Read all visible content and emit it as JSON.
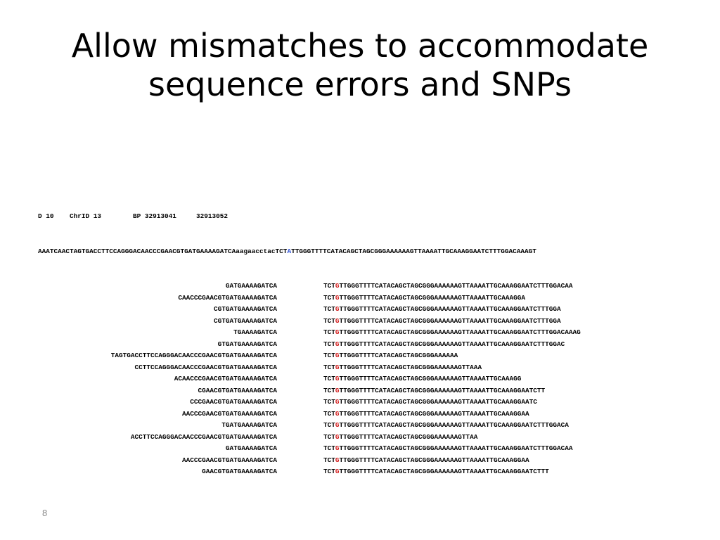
{
  "slide": {
    "title_line1": "Allow mismatches to accommodate",
    "title_line2": "sequence errors and SNPs",
    "page_number": "8"
  },
  "alignment": {
    "header": "D 10    ChrID 13        BP 32913041     32913052",
    "reference": {
      "prefix": "AAATCAACTAGTGACCTTCCAGGGACAACCCGAACGTGATGAAAAGATCAaagaacctacTCT",
      "snp": "A",
      "suffix": "TTGGGTTTTCATACAGCTAGCGGGAAAAAAGTTAAAATTGCAAAGGAATCTTTGGACAAAGT"
    },
    "reads": [
      {
        "left": "GATGAAAAGATCA",
        "prefix": "TCT",
        "snp": "G",
        "suffix": "TTGGGTTTTCATACAGCTAGCGGGAAAAAAGTTAAAATTGCAAAGGAATCTTTGGACAA"
      },
      {
        "left": "CAACCCGAACGTGATGAAAAGATCA",
        "prefix": "TCT",
        "snp": "G",
        "suffix": "TTGGGTTTTCATACAGCTAGCGGGAAAAAAGTTAAAATTGCAAAGGA"
      },
      {
        "left": "CGTGATGAAAAGATCA",
        "prefix": "TCT",
        "snp": "G",
        "suffix": "TTGGGTTTTCATACAGCTAGCGGGAAAAAAGTTAAAATTGCAAAGGAATCTTTGGA"
      },
      {
        "left": "CGTGATGAAAAGATCA",
        "prefix": "TCT",
        "snp": "G",
        "suffix": "TTGGGTTTTCATACAGCTAGCGGGAAAAAAGTTAAAATTGCAAAGGAATCTTTGGA"
      },
      {
        "left": "TGAAAAGATCA",
        "prefix": "TCT",
        "snp": "G",
        "suffix": "TTGGGTTTTCATACAGCTAGCGGGAAAAAAGTTAAAATTGCAAAGGAATCTTTGGACAAAG"
      },
      {
        "left": "GTGATGAAAAGATCA",
        "prefix": "TCT",
        "snp": "G",
        "suffix": "TTGGGTTTTCATACAGCTAGCGGGAAAAAAGTTAAAATTGCAAAGGAATCTTTGGAC"
      },
      {
        "left": "TAGTGACCTTCCAGGGACAACCCGAACGTGATGAAAAGATCA",
        "prefix": "TCT",
        "snp": "G",
        "suffix": "TTGGGTTTTCATACAGCTAGCGGGAAAAAA"
      },
      {
        "left": "CCTTCCAGGGACAACCCGAACGTGATGAAAAGATCA",
        "prefix": "TCT",
        "snp": "G",
        "suffix": "TTGGGTTTTCATACAGCTAGCGGGAAAAAAGTTAAA"
      },
      {
        "left": "ACAACCCGAACGTGATGAAAAGATCA",
        "prefix": "TCT",
        "snp": "G",
        "suffix": "TTGGGTTTTCATACAGCTAGCGGGAAAAAAGTTAAAATTGCAAAGG"
      },
      {
        "left": "CGAACGTGATGAAAAGATCA",
        "prefix": "TCT",
        "snp": "G",
        "suffix": "TTGGGTTTTCATACAGCTAGCGGGAAAAAAGTTAAAATTGCAAAGGAATCTT"
      },
      {
        "left": "CCCGAACGTGATGAAAAGATCA",
        "prefix": "TCT",
        "snp": "G",
        "suffix": "TTGGGTTTTCATACAGCTAGCGGGAAAAAAGTTAAAATTGCAAAGGAATC"
      },
      {
        "left": "AACCCGAACGTGATGAAAAGATCA",
        "prefix": "TCT",
        "snp": "G",
        "suffix": "TTGGGTTTTCATACAGCTAGCGGGAAAAAAGTTAAAATTGCAAAGGAA"
      },
      {
        "left": "TGATGAAAAGATCA",
        "prefix": "TCT",
        "snp": "G",
        "suffix": "TTGGGTTTTCATACAGCTAGCGGGAAAAAAGTTAAAATTGCAAAGGAATCTTTGGACA"
      },
      {
        "left": "ACCTTCCAGGGACAACCCGAACGTGATGAAAAGATCA",
        "prefix": "TCT",
        "snp": "G",
        "suffix": "TTGGGTTTTCATACAGCTAGCGGGAAAAAAGTTAA"
      },
      {
        "left": "GATGAAAAGATCA",
        "prefix": "TCT",
        "snp": "G",
        "suffix": "TTGGGTTTTCATACAGCTAGCGGGAAAAAAGTTAAAATTGCAAAGGAATCTTTGGACAA"
      },
      {
        "left": "AACCCGAACGTGATGAAAAGATCA",
        "prefix": "TCT",
        "snp": "G",
        "suffix": "TTGGGTTTTCATACAGCTAGCGGGAAAAAAGTTAAAATTGCAAAGGAA"
      },
      {
        "left": "GAACGTGATGAAAAGATCA",
        "prefix": "TCT",
        "snp": "G",
        "suffix": "TTGGGTTTTCATACAGCTAGCGGGAAAAAAGTTAAAATTGCAAAGGAATCTTT"
      }
    ],
    "colors": {
      "snp_read": "#d21c1c",
      "snp_reference": "#2b4fd6"
    }
  }
}
